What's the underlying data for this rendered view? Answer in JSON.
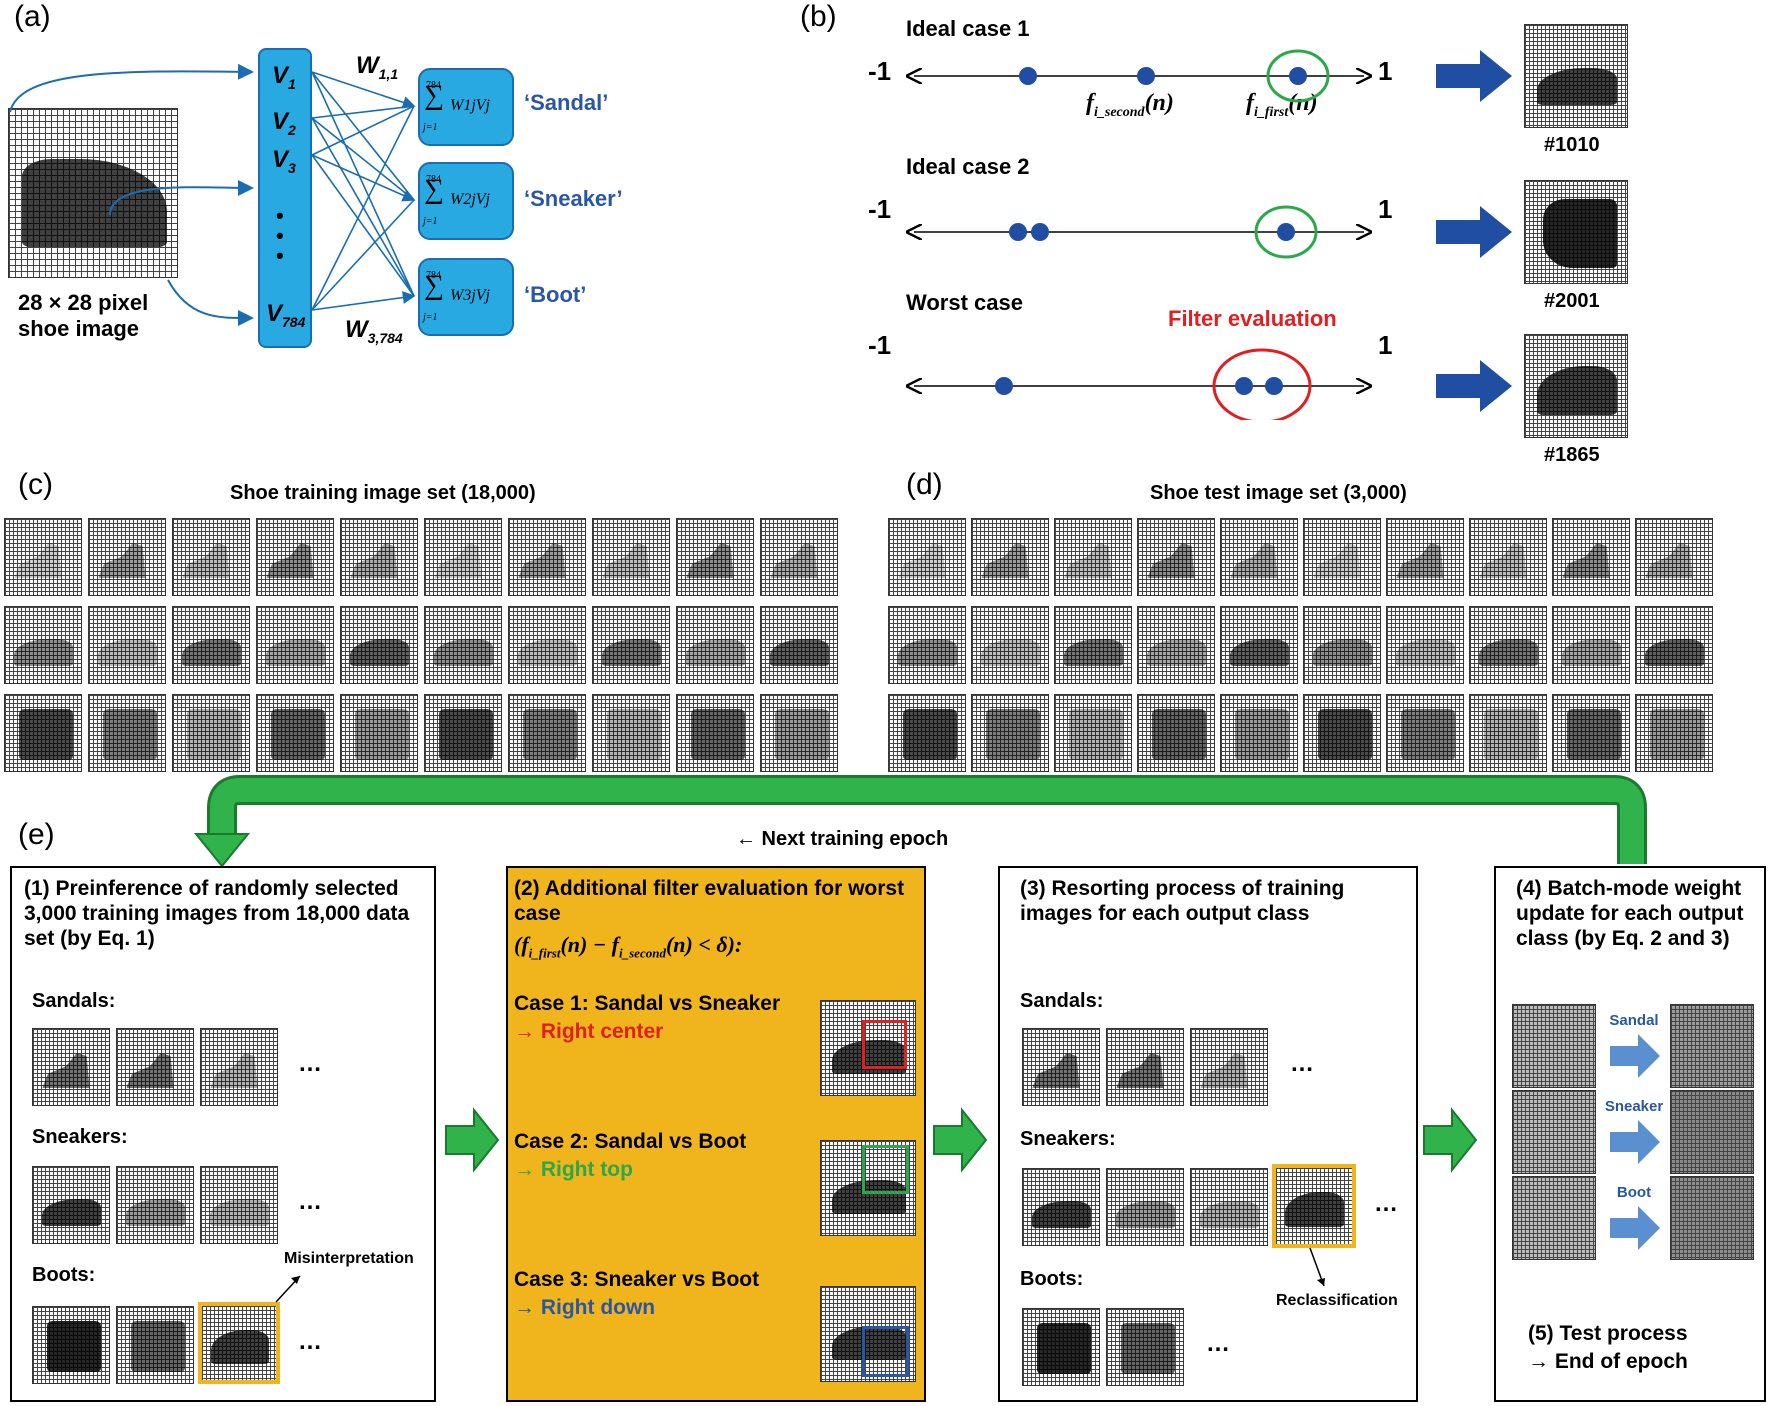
{
  "panel_a": {
    "label": "(a)",
    "image_caption_line1": "28 × 28 pixel",
    "image_caption_line2": "shoe image",
    "inputs": [
      "V",
      "V",
      "V",
      "V"
    ],
    "input_subs": [
      "1",
      "2",
      "3",
      "784"
    ],
    "weight_top": "W",
    "weight_top_sub": "1,1",
    "weight_bottom": "W",
    "weight_bottom_sub": "3,784",
    "sum_top": "784",
    "sum_bottom": "j=1",
    "sums": [
      "W1jVj",
      "W2jVj",
      "W3jVj"
    ],
    "classes": [
      "‘Sandal’",
      "‘Sneaker’",
      "‘Boot’"
    ],
    "dots": "•\n•\n•"
  },
  "panel_b": {
    "label": "(b)",
    "cases": [
      {
        "title": "Ideal case 1",
        "image_id": "#1010"
      },
      {
        "title": "Ideal case 2",
        "image_id": "#2001"
      },
      {
        "title": "Worst case",
        "image_id": "#1865"
      }
    ],
    "axis_min": "-1",
    "axis_max": "1",
    "f_second": "f",
    "f_second_sub": "i_second",
    "f_first": "f",
    "f_first_sub": "i_first",
    "f_arg": "(n)",
    "filter_label": "Filter evaluation",
    "filter_color": "#e02020",
    "highlight_color": "#2aa84a",
    "dot_color": "#1f4ea3"
  },
  "panel_c": {
    "label": "(c)",
    "title": "Shoe training image set (18,000)"
  },
  "panel_d": {
    "label": "(d)",
    "title": "Shoe test image set (3,000)"
  },
  "panel_e": {
    "label": "(e)",
    "loop_label": "← Next training epoch",
    "box1": {
      "title": "(1) Preinference of randomly selected 3,000 training images from 18,000 data set (by Eq. 1)",
      "rows": [
        "Sandals:",
        "Sneakers:",
        "Boots:"
      ],
      "ellipsis": "…",
      "note": "Misinterpretation"
    },
    "box2": {
      "title": "(2) Additional filter evaluation for worst case",
      "formula": "(f_first(n) − f_second(n) < δ):",
      "formula_f": "f",
      "formula_first": "i_first",
      "formula_second": "i_second",
      "formula_mid": "(n) − ",
      "formula_end": "(n) <  δ):",
      "formula_open": "(",
      "cases": [
        {
          "title": "Case 1: Sandal vs Sneaker",
          "result": "→ Right center",
          "color": "#e02020"
        },
        {
          "title": "Case 2: Sandal vs Boot",
          "result": "→ Right top",
          "color": "#2aa84a"
        },
        {
          "title": "Case 3: Sneaker vs Boot",
          "result": "→ Right down",
          "color": "#2a57a5"
        }
      ],
      "background": "#f0b41c"
    },
    "box3": {
      "title": "(3) Resorting process of training images for each output class",
      "rows": [
        "Sandals:",
        "Sneakers:",
        "Boots:"
      ],
      "ellipsis": "…",
      "note": "Reclassification"
    },
    "box4": {
      "title": "(4) Batch-mode weight update for each output class (by Eq. 2 and 3)",
      "classes": [
        "Sandal",
        "Sneaker",
        "Boot"
      ],
      "footer_line1": "(5) Test process",
      "footer_line2": "→ End of epoch"
    }
  }
}
